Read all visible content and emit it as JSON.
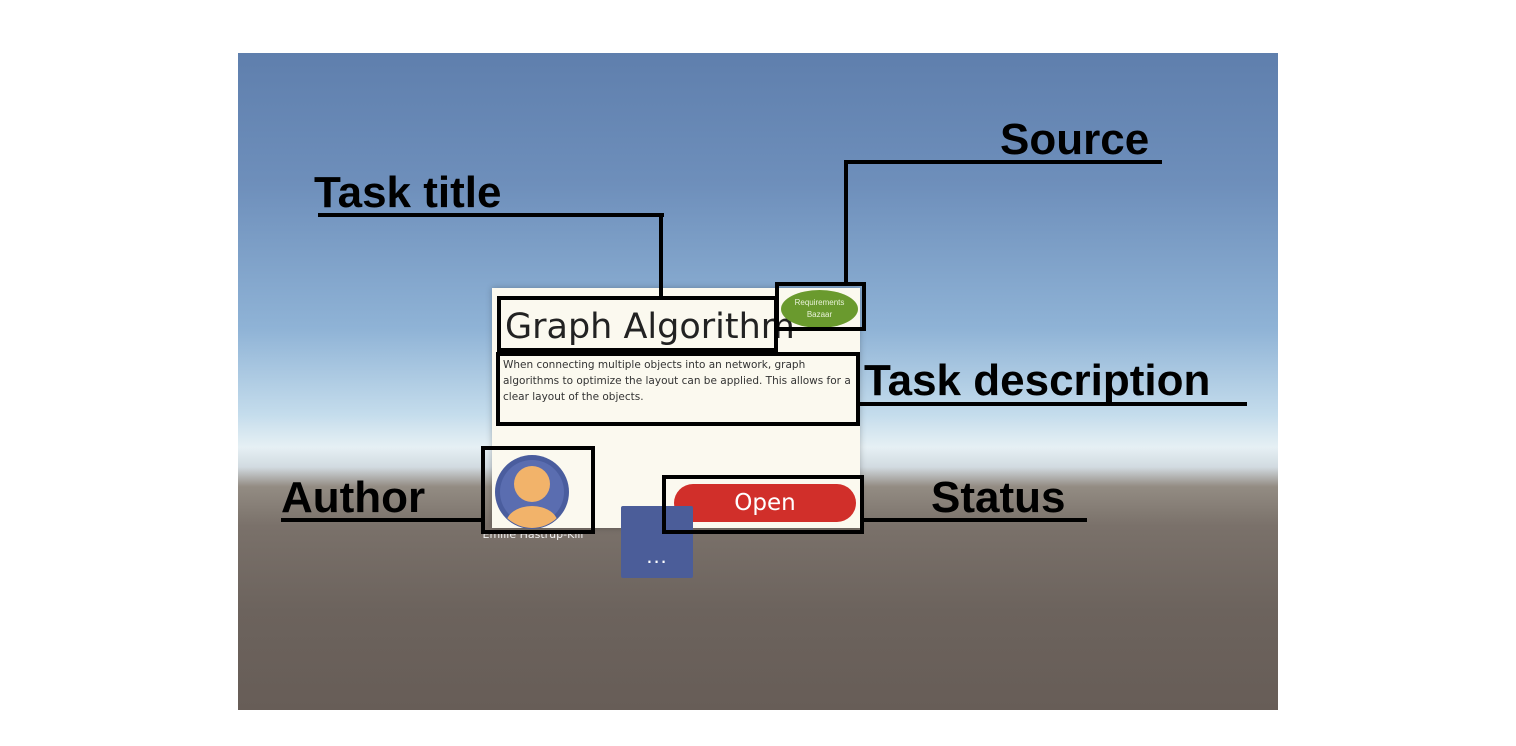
{
  "task_card": {
    "title": "Graph Algorithm",
    "description": "When connecting multiple objects into an network, graph algorithms to optimize the layout can be applied. This allows for a clear layout of the objects.",
    "source_badge": {
      "line1": "Requirements",
      "line2": "Bazaar",
      "color": "#6a9a2e"
    },
    "author_name": "Emilie Hastrup-Kiil",
    "status": {
      "label": "Open",
      "color": "#d12f2a"
    },
    "more_label": "..."
  },
  "callouts": {
    "task_title": "Task title",
    "source": "Source",
    "task_description": "Task description",
    "author": "Author",
    "status": "Status"
  }
}
